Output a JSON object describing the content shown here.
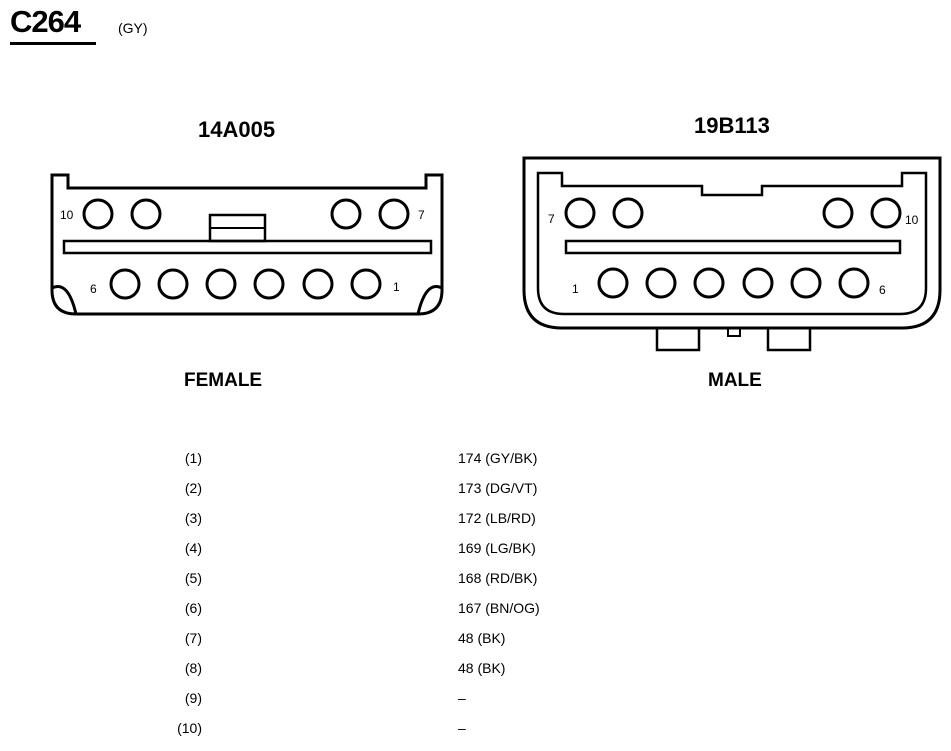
{
  "connector": {
    "id": "C264",
    "color": "(GY)"
  },
  "female": {
    "part_number": "14A005",
    "gender": "FEMALE",
    "top_left_num": "10",
    "top_right_num": "7",
    "bottom_left_num": "6",
    "bottom_right_num": "1"
  },
  "male": {
    "part_number": "19B113",
    "gender": "MALE",
    "top_left_num": "7",
    "top_right_num": "10",
    "bottom_left_num": "1",
    "bottom_right_num": "6"
  },
  "pins": [
    {
      "num": "(1)",
      "wire": "174 (GY/BK)"
    },
    {
      "num": "(2)",
      "wire": "173 (DG/VT)"
    },
    {
      "num": "(3)",
      "wire": "172 (LB/RD)"
    },
    {
      "num": "(4)",
      "wire": "169 (LG/BK)"
    },
    {
      "num": "(5)",
      "wire": "168 (RD/BK)"
    },
    {
      "num": "(6)",
      "wire": "167 (BN/OG)"
    },
    {
      "num": "(7)",
      "wire": "48 (BK)"
    },
    {
      "num": "(8)",
      "wire": "48 (BK)"
    },
    {
      "num": "(9)",
      "wire": "–"
    },
    {
      "num": "(10)",
      "wire": "–"
    }
  ]
}
